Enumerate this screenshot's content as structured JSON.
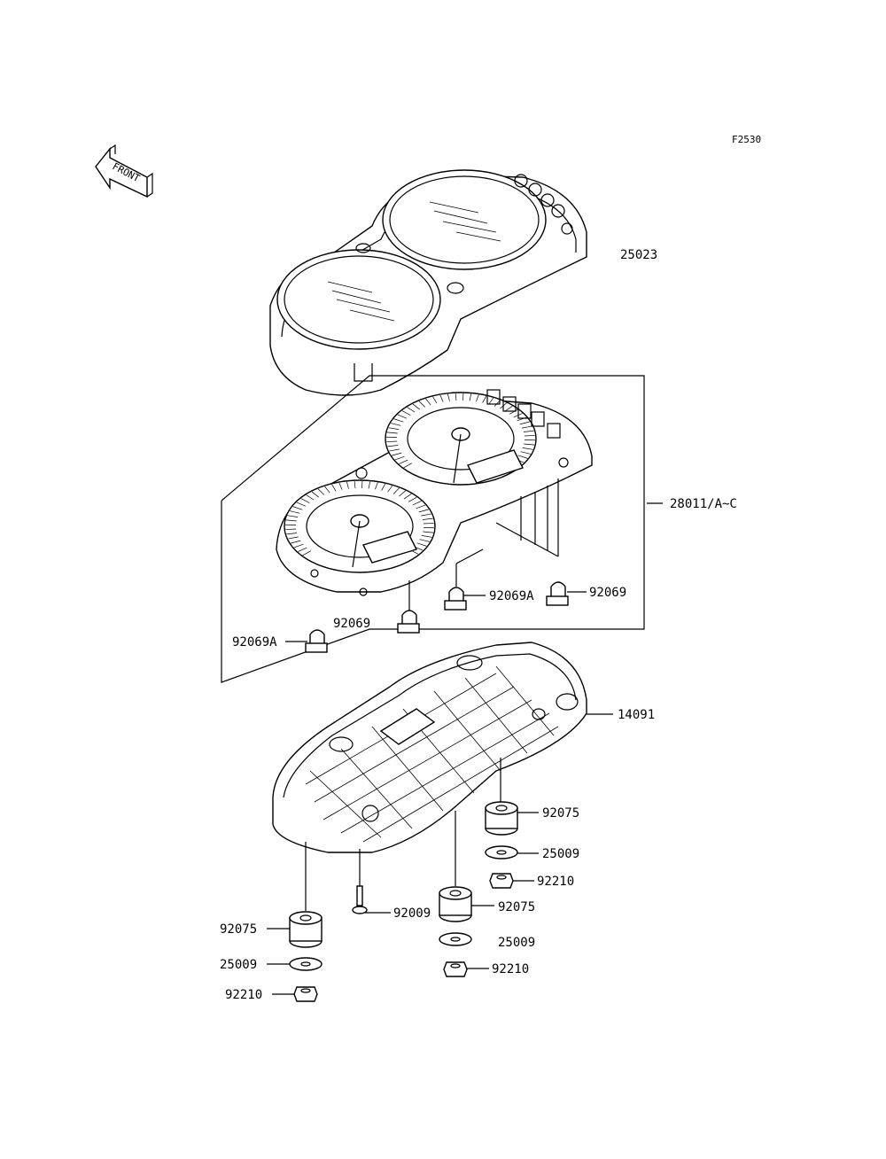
{
  "figure_code": "F2530",
  "front_label": "FRONT",
  "parts": {
    "meter_case": "25023",
    "meter_assy": "28011/A~C",
    "bulb_a_right": "92069A",
    "bulb_right": "92069",
    "bulb_center": "92069",
    "bulb_a_left": "92069A",
    "lower_case": "14091",
    "damper_right": "92075",
    "washer_right": "25009",
    "nut_right": "92210",
    "damper_center": "92075",
    "washer_center": "25009",
    "nut_center": "92210",
    "screw": "92009",
    "damper_left": "92075",
    "washer_left": "25009",
    "nut_left": "92210"
  }
}
